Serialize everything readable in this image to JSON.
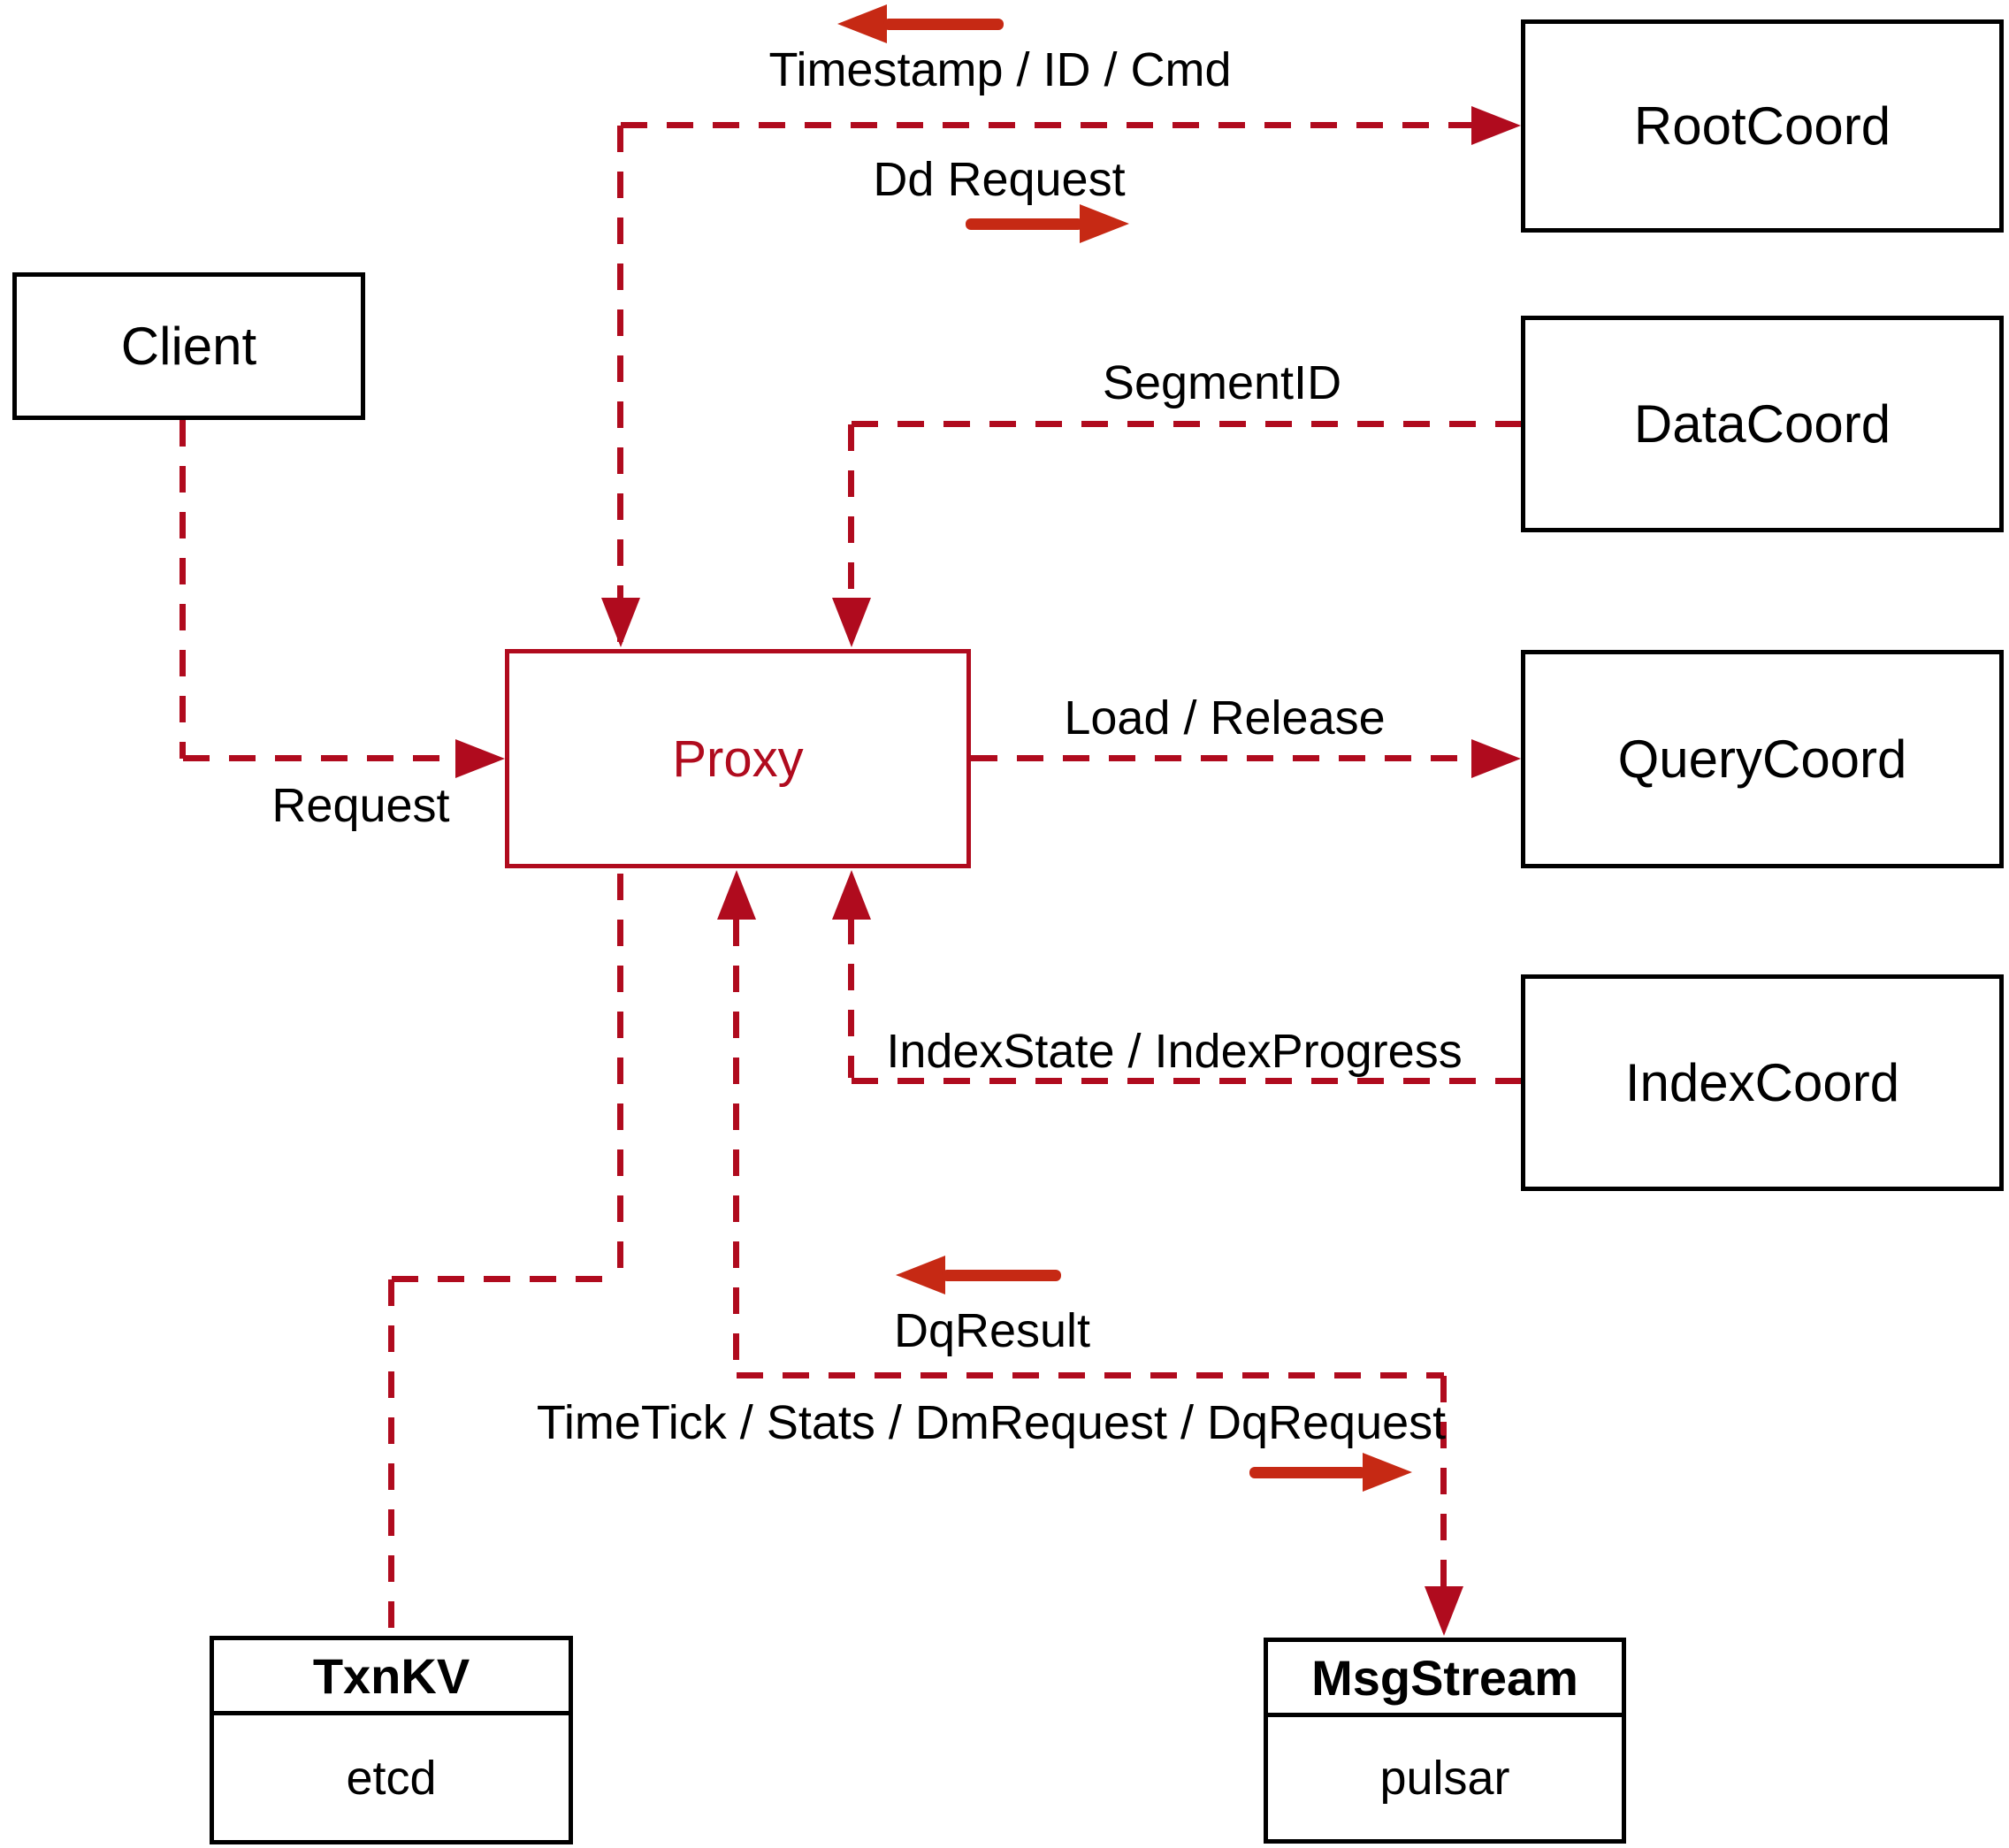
{
  "diagram": {
    "nodes": {
      "client": {
        "label": "Client"
      },
      "proxy": {
        "label": "Proxy"
      },
      "root_coord": {
        "label": "RootCoord"
      },
      "data_coord": {
        "label": "DataCoord"
      },
      "query_coord": {
        "label": "QueryCoord"
      },
      "index_coord": {
        "label": "IndexCoord"
      },
      "txn_kv": {
        "title": "TxnKV",
        "impl": "etcd"
      },
      "msg_stream": {
        "title": "MsgStream",
        "impl": "pulsar"
      }
    },
    "edge_labels": {
      "timestamp_id_cmd": "Timestamp / ID / Cmd",
      "dd_request": "Dd Request",
      "segment_id": "SegmentID",
      "request": "Request",
      "load_release": "Load / Release",
      "index_state": "IndexState / IndexProgress",
      "dq_result": "DqResult",
      "time_tick": "TimeTick / Stats / DmRequest / DqRequest"
    },
    "colors": {
      "dashed_line_red": "#b00b1e",
      "solid_arrow_red": "#c62914",
      "box_border_black": "#000000",
      "label_text_black": "#000000",
      "background": "#ffffff"
    }
  }
}
